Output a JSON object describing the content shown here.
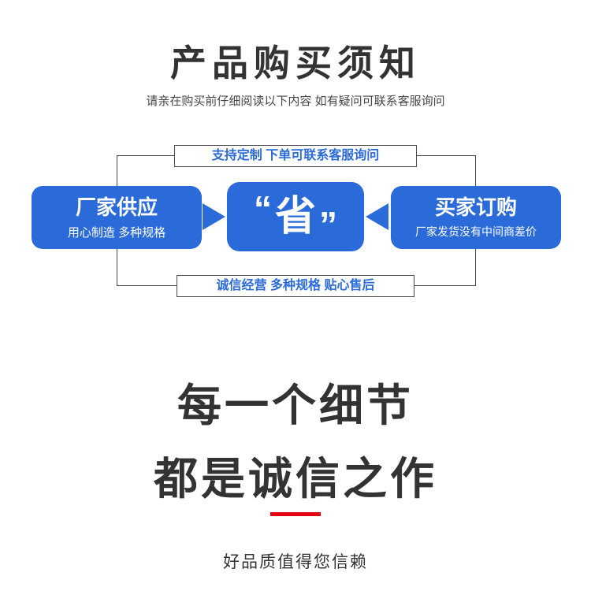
{
  "header": {
    "title": "产品购买须知",
    "subtitle": "请亲在购买前仔细阅读以下内容 如有疑问可联系客服询问"
  },
  "diagram": {
    "top_banner": "支持定制 下单可联系客服询问",
    "left_card": {
      "title": "厂家供应",
      "subtitle": "用心制造 多种规格"
    },
    "center_card": {
      "open_quote": "“",
      "text": "省",
      "close_quote": "”"
    },
    "right_card": {
      "title": "买家订购",
      "subtitle": "厂家发货没有中间商差价"
    },
    "bottom_banner": "诚信经营 多种规格 贴心售后"
  },
  "headline": {
    "line1": "每一个细节",
    "line2": "都是诚信之作"
  },
  "tagline": "好品质值得您信赖",
  "colors": {
    "accent_blue": "#2b6bd9",
    "accent_red": "#e60012"
  }
}
